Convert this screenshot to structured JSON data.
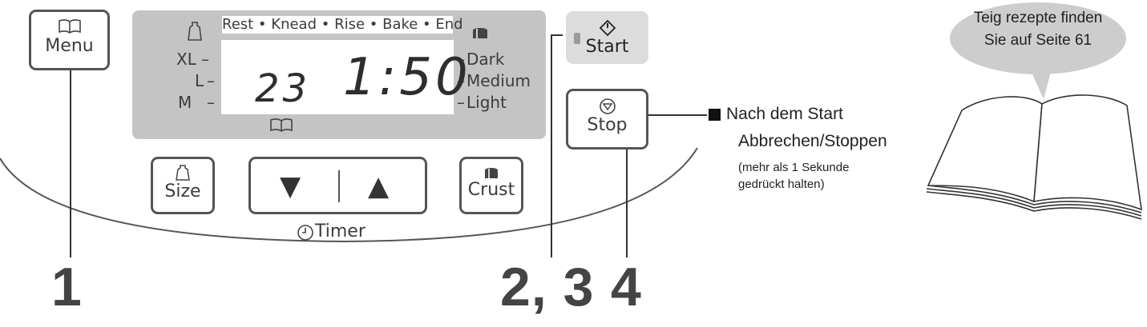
{
  "buttons": {
    "menu": "Menu",
    "start": "Start",
    "stop": "Stop",
    "size": "Size",
    "crust": "Crust",
    "down_arrow": "▼",
    "up_arrow": "▲",
    "timer": "Timer"
  },
  "display": {
    "stages": "Rest • Knead • Rise • Bake • End",
    "size_levels": [
      "XL",
      "L",
      "M"
    ],
    "crust_levels": [
      "Dark",
      "Medium",
      "Light"
    ],
    "menu_number": "23",
    "time": "1:50"
  },
  "callout": {
    "heading": "Nach dem Start",
    "line2": "Abbrechen/Stoppen",
    "detail1": "(mehr als 1 Sekunde",
    "detail2": "gedrückt halten)"
  },
  "speech_bubble": {
    "line1": "Teig rezepte finden",
    "line2": "Sie auf Seite 61"
  },
  "steps": [
    "1",
    "2, 3",
    "4"
  ],
  "icons": [
    "book-icon",
    "weight-icon",
    "bread-icon",
    "start-diamond-icon",
    "stop-icon",
    "clock-icon",
    "open-book-icon"
  ],
  "colors": {
    "panel_gray": "#c4c4c4",
    "button_border": "#555555",
    "start_button_bg": "#dcdcdc",
    "text": "#3c3c3c"
  }
}
